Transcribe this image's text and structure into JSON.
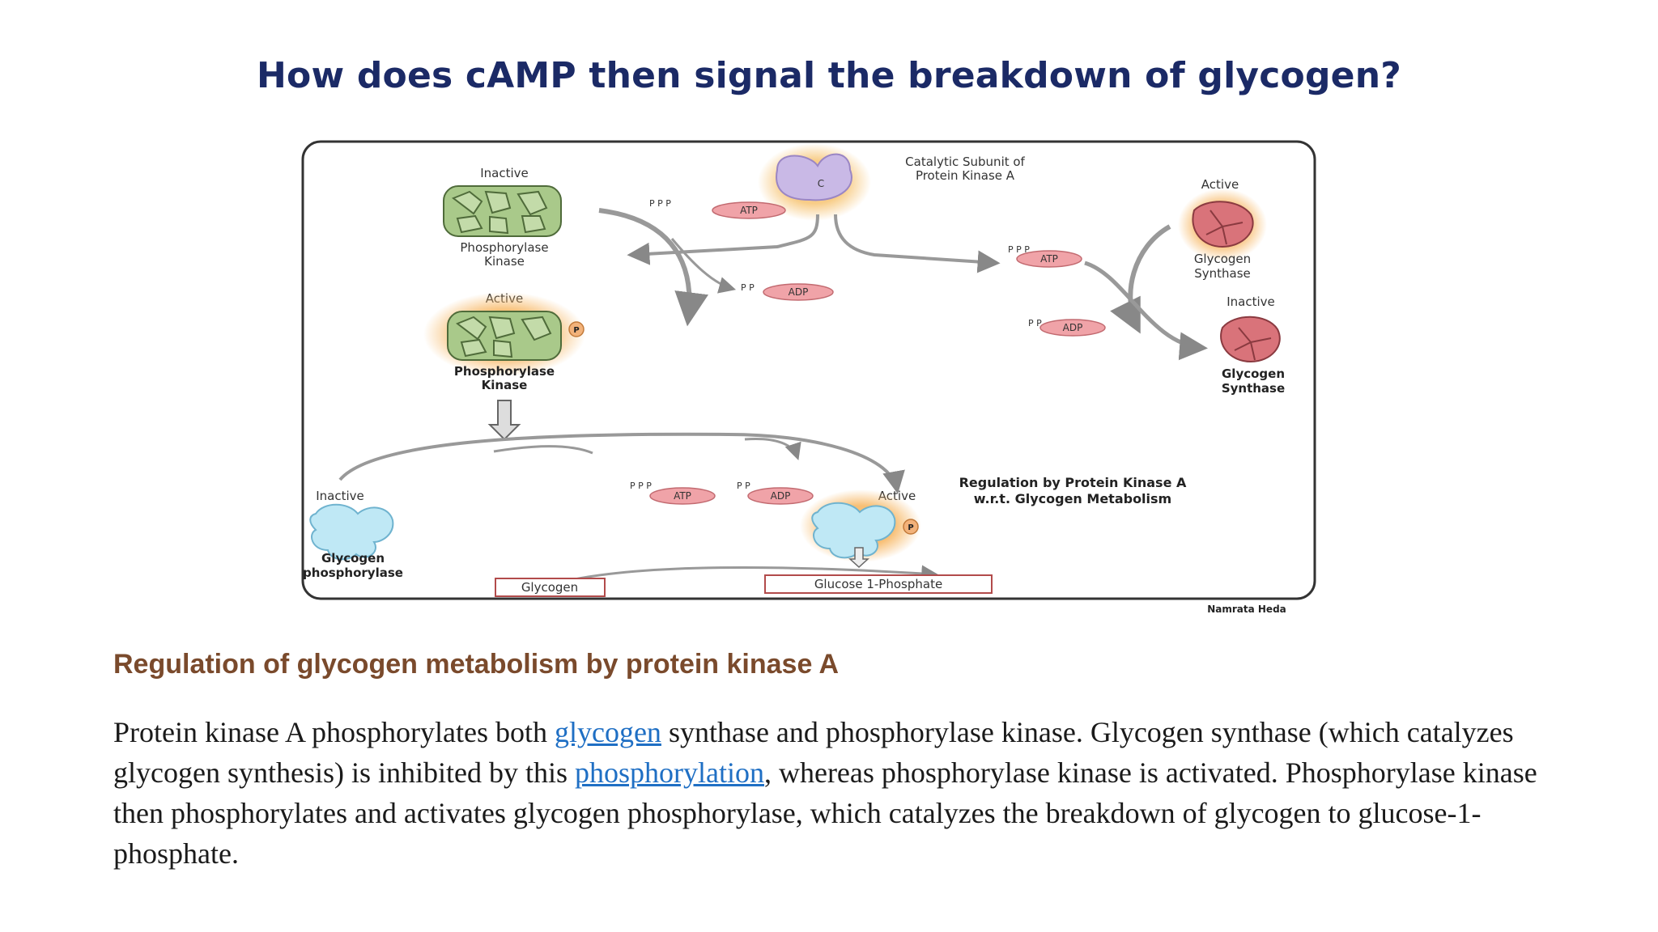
{
  "slide": {
    "title": "How does cAMP then signal the breakdown of glycogen?"
  },
  "diagram": {
    "catalytic_label_1": "Catalytic Subunit of",
    "catalytic_label_2": "Protein Kinase A",
    "catalytic_letter": "C",
    "inactive": "Inactive",
    "active": "Active",
    "phos_kinase_1": "Phosphorylase",
    "phos_kinase_2": "Kinase",
    "glycogen_synthase_1": "Glycogen",
    "glycogen_synthase_2": "Synthase",
    "glycogen_phosphorylase_1": "Glycogen",
    "glycogen_phosphorylase_2": "phosphorylase",
    "atp": "ATP",
    "adp": "ADP",
    "p": "P",
    "ppp": "P P P",
    "pp": "P P",
    "regulation_title_1": "Regulation by Protein Kinase A",
    "regulation_title_2": "w.r.t. Glycogen Metabolism",
    "glycogen_box": "Glycogen",
    "glucose_box": "Glucose 1-Phosphate",
    "credit": "Namrata Heda",
    "colors": {
      "kinase_green": "#a9c98a",
      "synthase_red": "#d9737a",
      "phosphorylase_blue": "#bfe8f5",
      "catalytic_purple": "#c9b9e6",
      "atp_pink": "#f0a3a8",
      "glow_orange": "#f7b866"
    }
  },
  "section": {
    "heading": "Regulation of glycogen metabolism by protein kinase A"
  },
  "paragraph": {
    "part1": "Protein kinase A phosphorylates both ",
    "link1": "glycogen",
    "part2": " synthase and phosphorylase kinase. Glycogen synthase (which catalyzes glycogen synthesis) is inhibited by this ",
    "link2": "phosphorylation",
    "part3": ", whereas phosphorylase kinase is activated. Phosphorylase kinase then phosphorylates and activates glycogen phosphorylase, which catalyzes the breakdown of glycogen to glucose-1-phosphate."
  }
}
